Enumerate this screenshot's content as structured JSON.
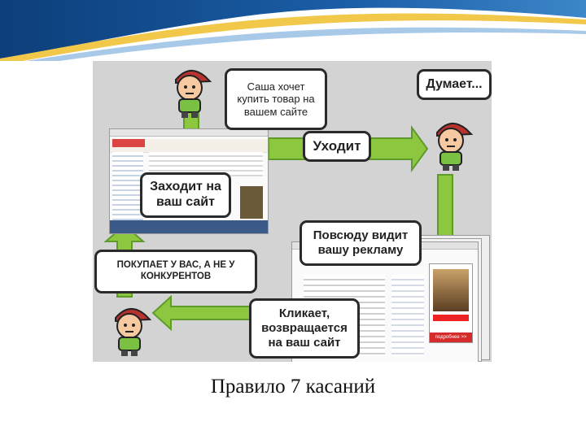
{
  "slide": {
    "caption": "Правило 7 касаний",
    "colors": {
      "arrow": "#8dc63f",
      "arrow_outline": "#5f9b2a",
      "header_blue": "#1b5ea8",
      "panel": "#d2d3d2"
    }
  },
  "diagram": {
    "steps": [
      {
        "id": "wants",
        "text": "Саша хочет\nкупить товар на\nвашем сайте"
      },
      {
        "id": "thinks",
        "text": "Думает..."
      },
      {
        "id": "visits",
        "text": "Заходит на\nваш сайт"
      },
      {
        "id": "leaves",
        "text": "Уходит"
      },
      {
        "id": "sees_ads",
        "text": "Повсюду видит\nвашу рекламу"
      },
      {
        "id": "buys",
        "text": "ПОКУПАЕТ У ВАС, А НЕ У\nКОНКУРЕНТОВ"
      },
      {
        "id": "clicks",
        "text": "Кликает,\nвозвращается\nна ваш сайт"
      }
    ],
    "icons": [
      "character-icon",
      "website-screenshot",
      "ad-banner"
    ],
    "banner_button": "подробнее >>"
  }
}
